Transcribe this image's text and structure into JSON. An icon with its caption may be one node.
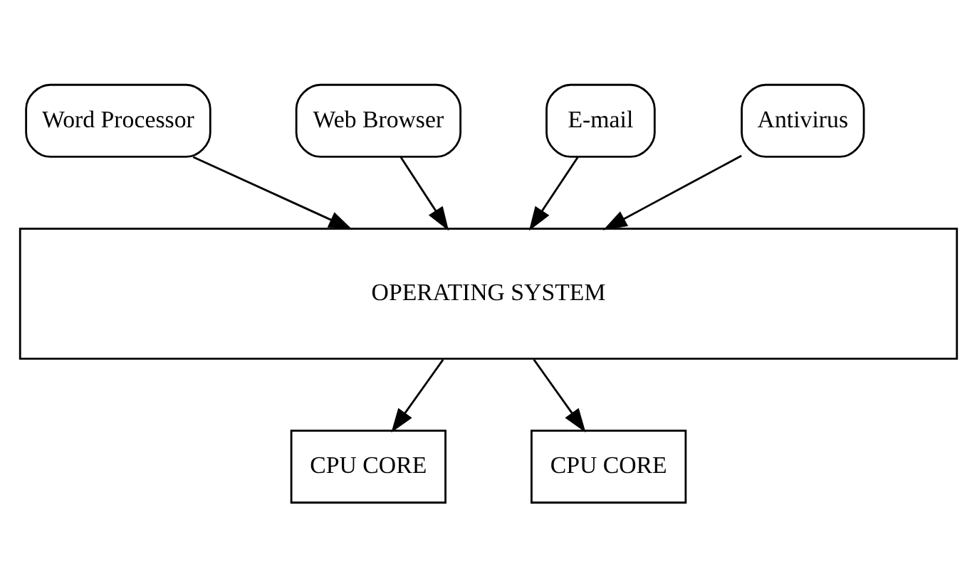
{
  "diagram": {
    "nodes": [
      {
        "text": [
          "Word Processor"
        ]
      },
      {
        "text": [
          "Web Browser"
        ]
      },
      {
        "text": [
          "E-mail"
        ]
      },
      {
        "text": [
          "Antivirus"
        ]
      },
      {
        "text": [
          "OPERATING SYSTEM"
        ]
      },
      {
        "text": [
          "CPU CORE"
        ]
      },
      {
        "text": [
          "CPU CORE"
        ]
      }
    ],
    "edges": [
      {
        "from": 0,
        "to": 4,
        "arrow": "to"
      },
      {
        "from": 1,
        "to": 4,
        "arrow": "to"
      },
      {
        "from": 2,
        "to": 4,
        "arrow": "to"
      },
      {
        "from": 3,
        "to": 4,
        "arrow": "to"
      },
      {
        "from": 4,
        "to": 5,
        "arrow": "to"
      },
      {
        "from": 4,
        "to": 6,
        "arrow": "to"
      }
    ]
  }
}
